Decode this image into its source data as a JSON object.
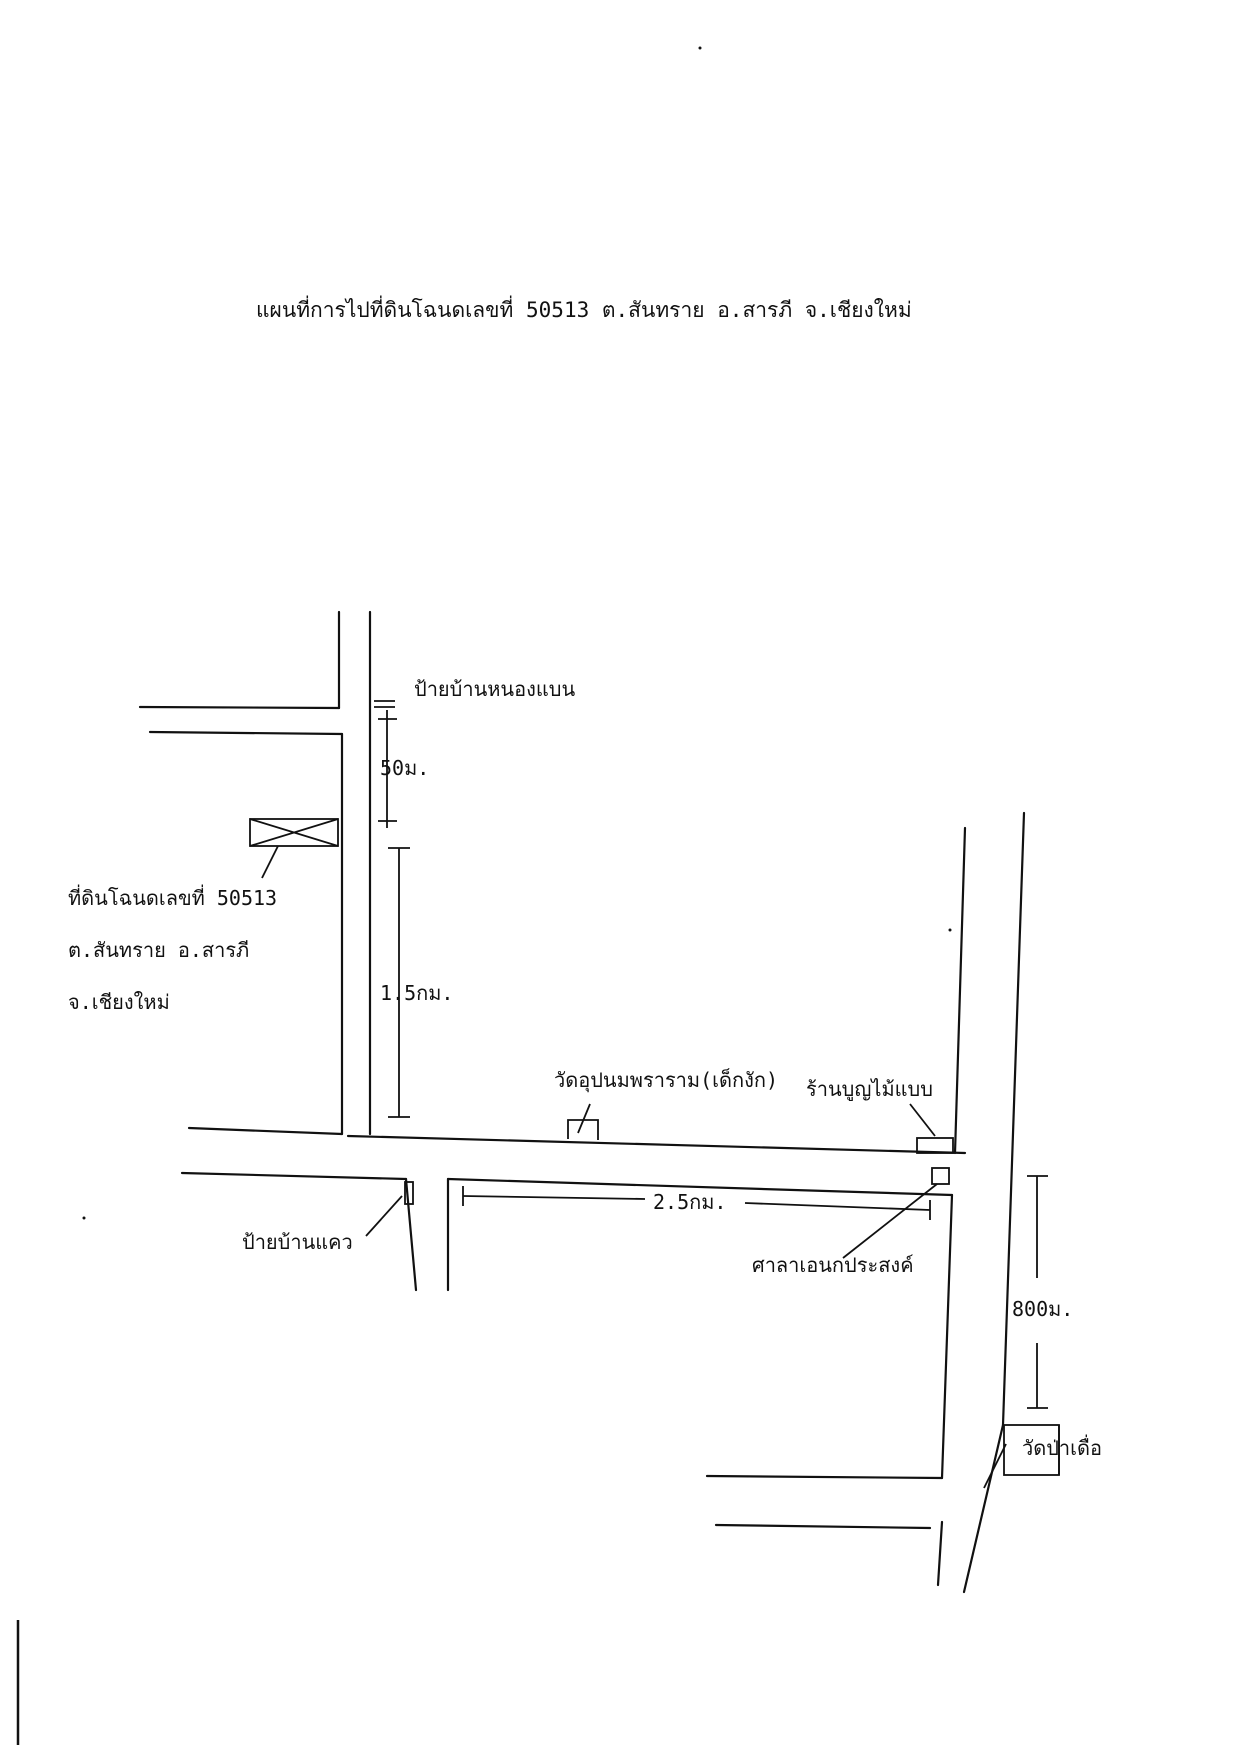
{
  "title": "แผนที่การไปที่ดินโฉนดเลขที่ 50513 ต.สันทราย อ.สารภี จ.เชียงใหม่",
  "labels": {
    "sign_nong_baen": "ป้ายบ้านหนองแบน",
    "dist_50m": "50ม.",
    "parcel_line1": "ที่ดินโฉนดเลขที่ 50513",
    "parcel_line2": "ต.สันทราย อ.สารภี",
    "parcel_line3": "จ.เชียงใหม่",
    "dist_1_5km": "1.5กม.",
    "wat_upa": "วัดอุปนมพราราม(เด็กงัก)",
    "lumber_shop": "ร้านบูญไม้แบบ",
    "sign_ban_kaeo": "ป้ายบ้านแคว",
    "dist_2_5km": "2.5กม.",
    "shrine": "ศาลาเอนกประสงค์",
    "dist_800m": "800ม.",
    "wat_pa_kue": "วัดป่าเดื่อ"
  }
}
